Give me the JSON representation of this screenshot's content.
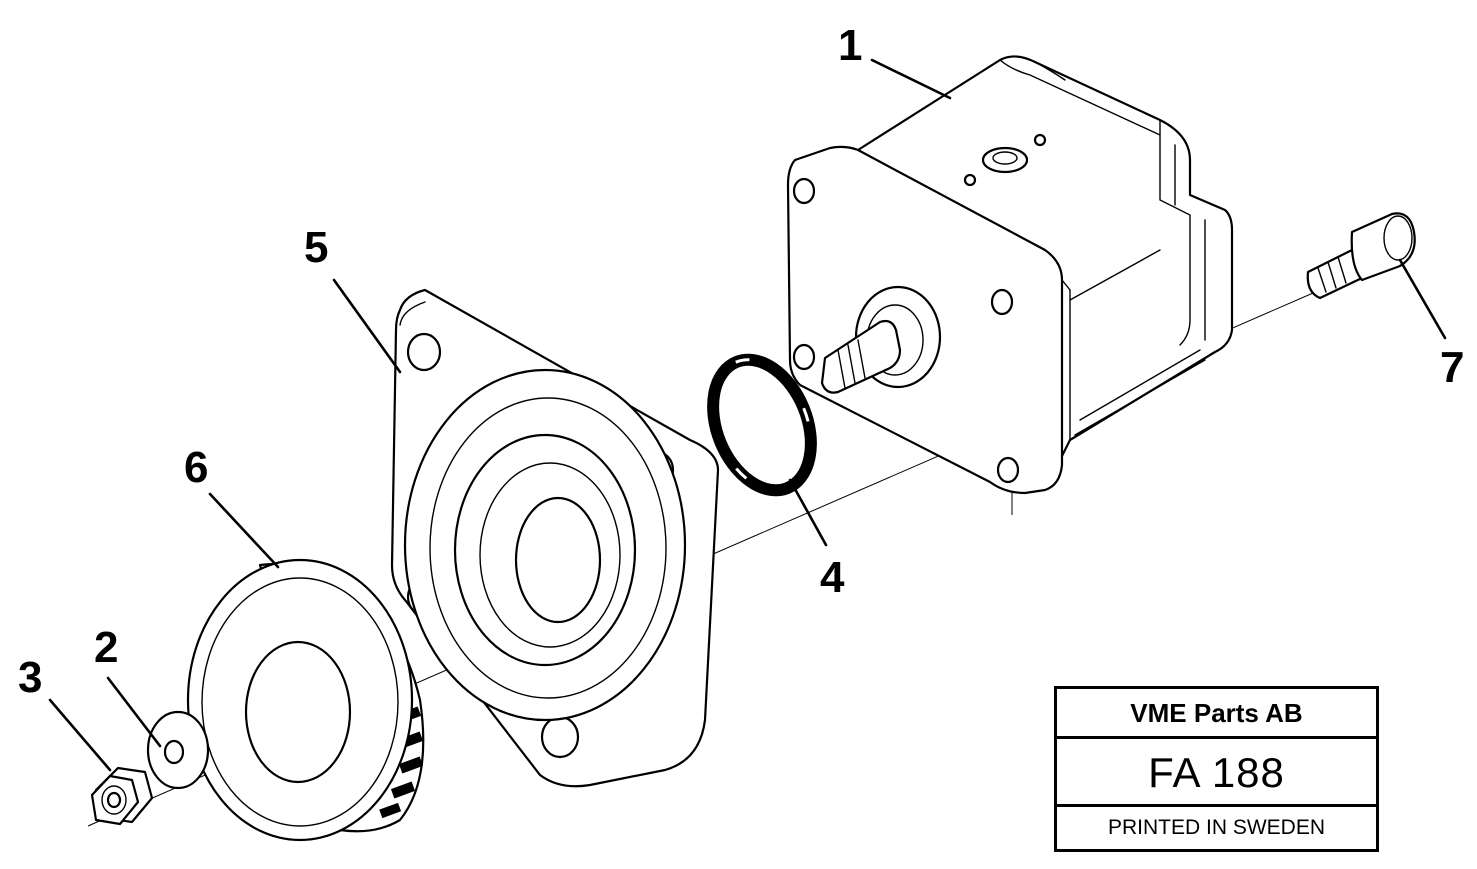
{
  "callouts": {
    "c1": "1",
    "c2": "2",
    "c3": "3",
    "c4": "4",
    "c5": "5",
    "c6": "6",
    "c7": "7"
  },
  "title_block": {
    "company": "VME Parts AB",
    "drawing_number": "FA 188",
    "printed": "PRINTED IN SWEDEN"
  }
}
